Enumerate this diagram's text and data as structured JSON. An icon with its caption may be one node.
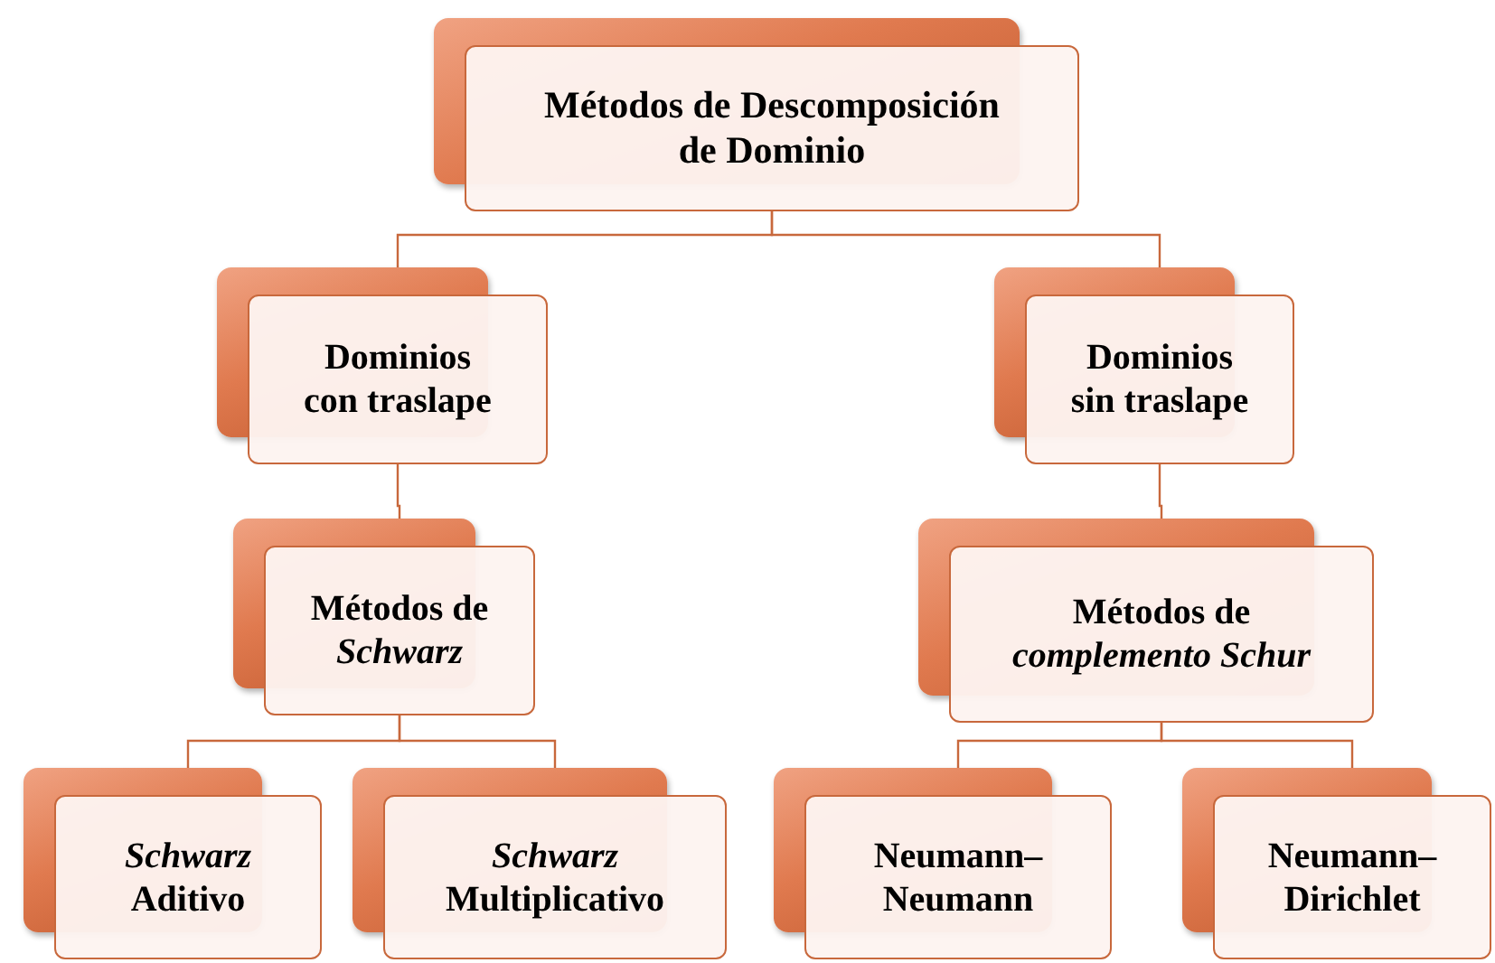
{
  "diagram": {
    "nodes": [
      {
        "text": [
          "Métodos de Descomposición de Dominio"
        ]
      },
      {
        "text": [
          "Dominios con traslape"
        ]
      },
      {
        "text": [
          "Dominios sin traslape"
        ]
      },
      {
        "text": [
          "Métodos de *Schwarz*"
        ]
      },
      {
        "text": [
          "Métodos de *complemento Schur*"
        ]
      },
      {
        "text": [
          "*Schwarz* Aditivo"
        ]
      },
      {
        "text": [
          "*Schwarz* Multiplicativo"
        ]
      },
      {
        "text": [
          "Neumann–Neumann"
        ]
      },
      {
        "text": [
          "Neumann–Dirichlet"
        ]
      }
    ],
    "edges": [
      {
        "from": 0,
        "to": 1,
        "arrow": "none"
      },
      {
        "from": 0,
        "to": 2,
        "arrow": "none"
      },
      {
        "from": 1,
        "to": 3,
        "arrow": "none"
      },
      {
        "from": 2,
        "to": 4,
        "arrow": "none"
      },
      {
        "from": 3,
        "to": 5,
        "arrow": "none"
      },
      {
        "from": 3,
        "to": 6,
        "arrow": "none"
      },
      {
        "from": 4,
        "to": 7,
        "arrow": "none"
      },
      {
        "from": 4,
        "to": 8,
        "arrow": "none"
      }
    ]
  }
}
